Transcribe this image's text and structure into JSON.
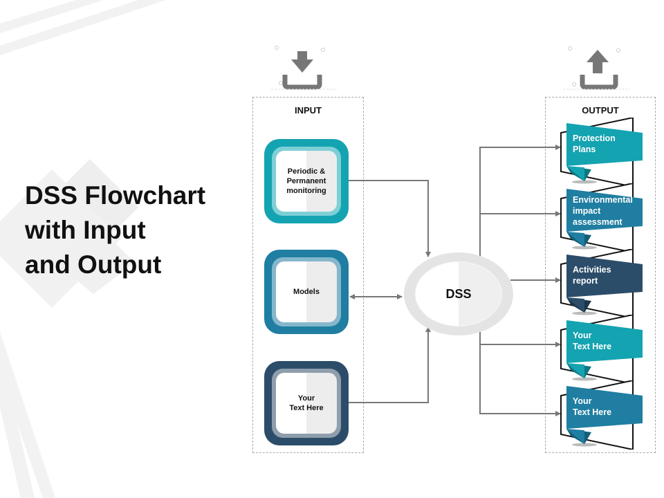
{
  "slide": {
    "title": "DSS Flowchart\nwith Input\nand Output"
  },
  "input_panel": {
    "label": "INPUT",
    "icon": "download-tray-icon",
    "items": [
      {
        "label": "Periodic &\nPermanent\nmonitoring",
        "color": "#14a3b1",
        "ring": "#7ecfd6"
      },
      {
        "label": "Models",
        "color": "#1f7ea1",
        "ring": "#85b7cc"
      },
      {
        "label": "Your\nText Here",
        "color": "#2c4d6a",
        "ring": "#8e9eac"
      }
    ]
  },
  "center": {
    "label": "DSS"
  },
  "output_panel": {
    "label": "OUTPUT",
    "icon": "upload-tray-icon",
    "items": [
      {
        "label": "Protection\nPlans",
        "color": "#14a3b1",
        "dark": "#0d7782"
      },
      {
        "label": "Environmental\nimpact\nassessment",
        "color": "#1f7ea1",
        "dark": "#165d78"
      },
      {
        "label": "Activities\nreport",
        "color": "#2c4d6a",
        "dark": "#1d354b"
      },
      {
        "label": "Your\nText Here",
        "color": "#14a3b1",
        "dark": "#0d7782"
      },
      {
        "label": "Your\nText Here",
        "color": "#1f7ea1",
        "dark": "#165d78"
      }
    ]
  },
  "colors": {
    "connector": "#777777",
    "icon": "#777777"
  }
}
